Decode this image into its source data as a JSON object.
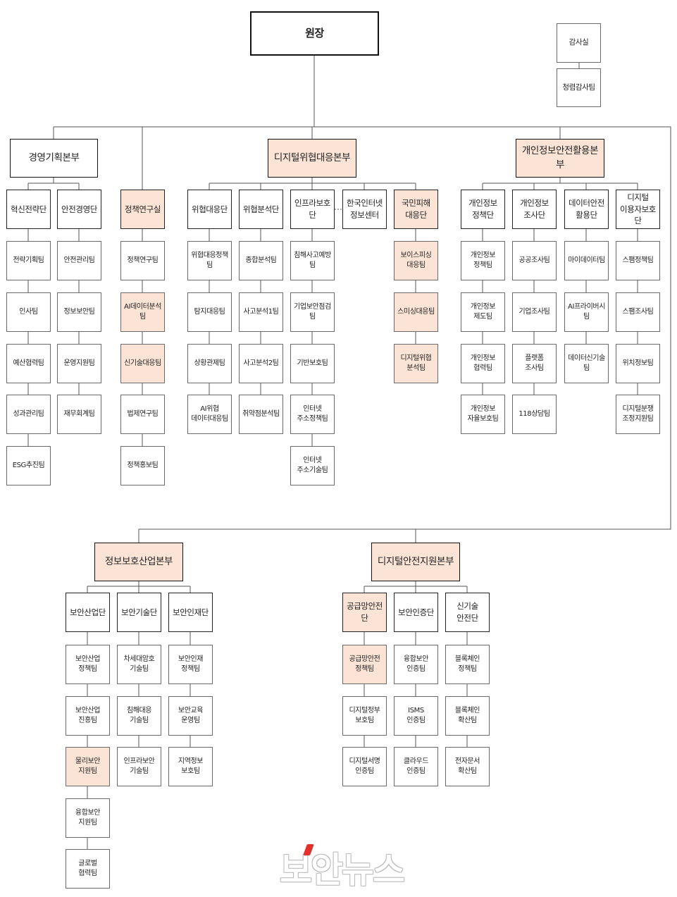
{
  "director": "원장",
  "audit_office": "감사실",
  "audit_team": "청렴감사팀",
  "hq_management": {
    "name": "경영기획본부",
    "units": [
      {
        "name": "혁신전략단",
        "teams": [
          "전략기획팀",
          "인사팀",
          "예산협력팀",
          "성과관리팀",
          "ESG추진팀"
        ]
      },
      {
        "name": "안전경영단",
        "teams": [
          "안전관리팀",
          "정보보안팀",
          "운영지원팀",
          "재무회계팀"
        ]
      }
    ]
  },
  "policy_research": {
    "name": "정책연구실",
    "teams": [
      "정책연구팀",
      "AI데이터분석팀",
      "신기술대응팀",
      "법제연구팀",
      "정책홍보팀"
    ]
  },
  "hq_threat": {
    "name": "디지털위협대응본부",
    "units": [
      {
        "name": "위협대응단",
        "teams": [
          "위협대응정책팀",
          "탐지대응팀",
          "상황관제팀",
          "AI위협\n데이터대응팀"
        ]
      },
      {
        "name": "위협분석단",
        "teams": [
          "종합분석팀",
          "사고분석1팀",
          "사고분석2팀",
          "취약점분석팀"
        ]
      },
      {
        "name": "인프라보호단",
        "teams": [
          "침해사고예방팀",
          "기업보안점검팀",
          "기반보호팀",
          "인터넷\n주소정책팀",
          "인터넷\n주소기술팀"
        ]
      },
      {
        "name": "한국인터넷\n정보센터",
        "teams": []
      },
      {
        "name": "국민피해\n대응단",
        "teams": [
          "보이스피싱\n대응팀",
          "스미싱대응팀",
          "디지털위협\n분석팀"
        ]
      }
    ]
  },
  "hq_privacy": {
    "name": "개인정보안전활용본부",
    "units": [
      {
        "name": "개인정보\n정책단",
        "teams": [
          "개인정보\n정책팀",
          "개인정보\n제도팀",
          "개인정보\n협력팀",
          "개인정보\n자율보호팀"
        ]
      },
      {
        "name": "개인정보\n조사단",
        "teams": [
          "공공조사팀",
          "기업조사팀",
          "플랫폼\n조사팀",
          "118상담팀"
        ]
      },
      {
        "name": "데이터안전\n활용단",
        "teams": [
          "마이데이터팀",
          "AI프라이버시팀",
          "데이터신기술팀"
        ]
      },
      {
        "name": "디지털\n이용자보호단",
        "teams": [
          "스팸정책팀",
          "스팸조사팀",
          "위치정보팀",
          "디지털분쟁\n조정지원팀"
        ]
      }
    ]
  },
  "hq_industry": {
    "name": "정보보호산업본부",
    "units": [
      {
        "name": "보안산업단",
        "teams": [
          "보안산업\n정책팀",
          "보안산업\n진흥팀",
          "물리보안\n지원팀",
          "융합보안\n지원팀",
          "글로벌\n협력팀"
        ]
      },
      {
        "name": "보안기술단",
        "teams": [
          "차세대암호\n기술팀",
          "침해대응\n기술팀",
          "인프라보안\n기술팀"
        ]
      },
      {
        "name": "보안인재단",
        "teams": [
          "보안인재\n정책팀",
          "보안교육\n운영팀",
          "지역정보\n보호팀"
        ]
      }
    ]
  },
  "hq_digital_safety": {
    "name": "디지털안전지원본부",
    "units": [
      {
        "name": "공급망안전단",
        "teams": [
          "공급망안전\n정책팀",
          "디지털정부\n보호팀",
          "디지털서명\n인증팀"
        ]
      },
      {
        "name": "보안인증단",
        "teams": [
          "융합보안\n인증팀",
          "ISMS\n인증팀",
          "클라우드\n인증팀"
        ]
      },
      {
        "name": "신기술\n안전단",
        "teams": [
          "블록체인\n정책팀",
          "블록체인\n확산팀",
          "전자문서\n확산팀"
        ]
      }
    ]
  },
  "highlight_color": "#fbe4d6",
  "watermark": "보안뉴스"
}
